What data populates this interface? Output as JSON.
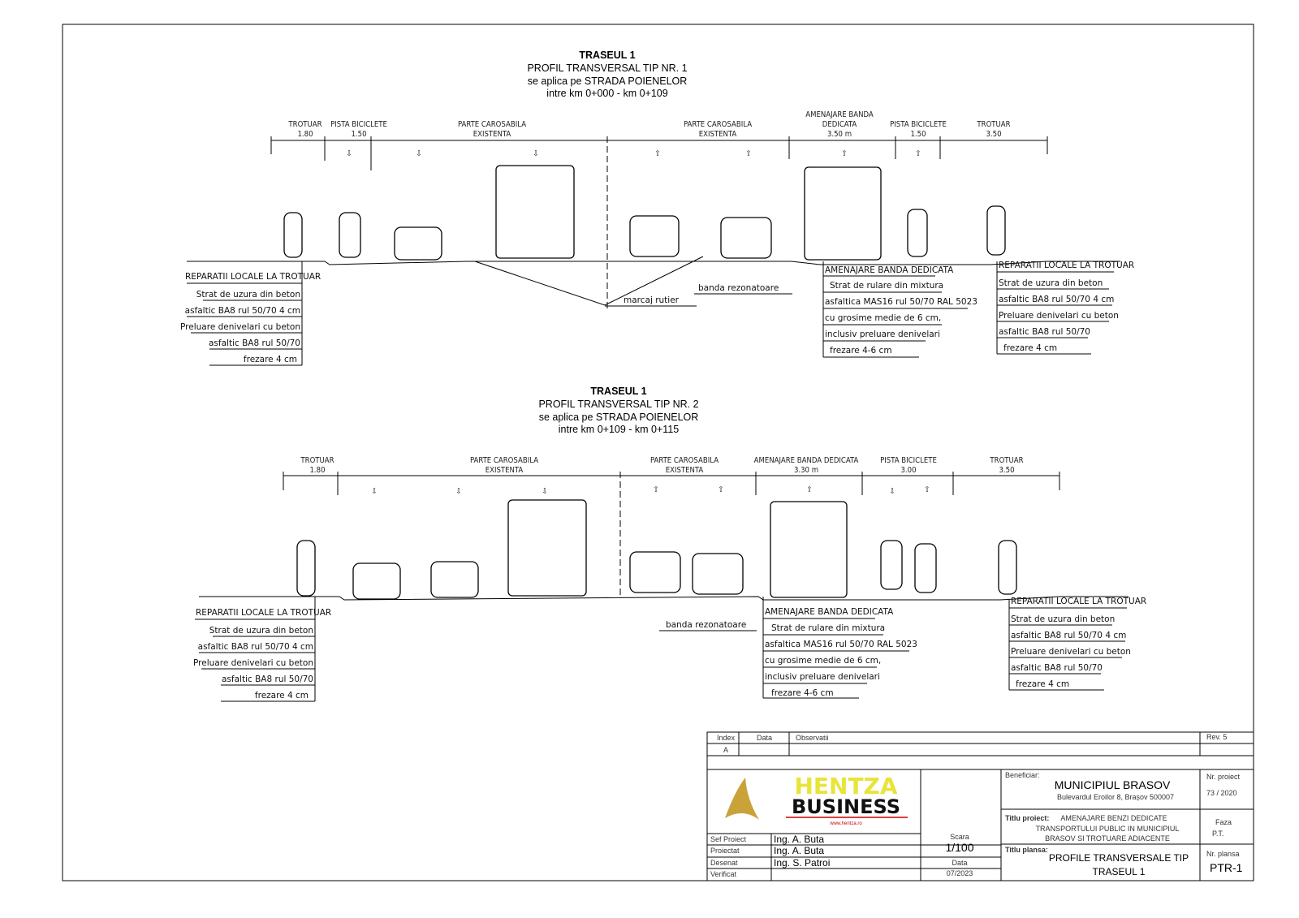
{
  "profile1": {
    "title": [
      "TRASEUL 1",
      "PROFIL TRANSVERSAL TIP NR. 1",
      "se aplica pe STRADA POIENELOR",
      "intre km 0+000 - km 0+109"
    ],
    "dims": [
      [
        "TROTUAR",
        "1.80"
      ],
      [
        "PISTA BICICLETE",
        "1.50"
      ],
      [
        "PARTE CAROSABILA",
        "EXISTENTA"
      ],
      [
        "PARTE CAROSABILA",
        "EXISTENTA"
      ],
      [
        "AMENAJARE BANDA",
        "DEDICATA",
        "3.50 m"
      ],
      [
        "PISTA BICICLETE",
        "1.50"
      ],
      [
        "TROTUAR",
        "3.50"
      ]
    ],
    "left_note": [
      "REPARATII LOCALE LA TROTUAR",
      "Strat de uzura din beton",
      "asfaltic BA8 rul 50/70 4 cm",
      "Preluare denivelari cu beton",
      "asfaltic BA8 rul 50/70",
      "frezare 4 cm"
    ],
    "marcaj": "marcaj rutier",
    "banda": "banda rezonatoare",
    "mid_note": [
      "AMENAJARE BANDA DEDICATA",
      "Strat de rulare din mixtura",
      "asfaltica MAS16 rul 50/70 RAL 5023",
      "cu grosime medie de 6 cm,",
      "inclusiv preluare denivelari",
      "frezare 4-6 cm"
    ],
    "right_note": [
      "REPARATII LOCALE LA TROTUAR",
      "Strat de uzura din beton",
      "asfaltic BA8 rul 50/70 4 cm",
      "Preluare denivelari cu beton",
      "asfaltic BA8 rul 50/70",
      "frezare 4 cm"
    ]
  },
  "profile2": {
    "title": [
      "TRASEUL 1",
      "PROFIL TRANSVERSAL TIP NR. 2",
      "se aplica pe STRADA POIENELOR",
      "intre km 0+109 - km 0+115"
    ],
    "dims": [
      [
        "TROTUAR",
        "1.80"
      ],
      [
        "PARTE CAROSABILA",
        "EXISTENTA"
      ],
      [
        "PARTE CAROSABILA",
        "EXISTENTA"
      ],
      [
        "AMENAJARE BANDA DEDICATA",
        "3.30 m"
      ],
      [
        "PISTA BICICLETE",
        "3.00"
      ],
      [
        "TROTUAR",
        "3.50"
      ]
    ],
    "left_note": [
      "REPARATII LOCALE LA TROTUAR",
      "Strat de uzura din beton",
      "asfaltic BA8 rul 50/70 4 cm",
      "Preluare denivelari cu beton",
      "asfaltic BA8 rul 50/70",
      "frezare 4 cm"
    ],
    "banda": "banda rezonatoare",
    "mid_note": [
      "AMENAJARE BANDA DEDICATA",
      "Strat de rulare din mixtura",
      "asfaltica MAS16 rul 50/70 RAL 5023",
      "cu grosime medie de 6 cm,",
      "inclusiv preluare denivelari",
      "frezare 4-6 cm"
    ],
    "right_note": [
      "REPARATII LOCALE LA TROTUAR",
      "Strat de uzura din beton",
      "asfaltic BA8 rul 50/70 4 cm",
      "Preluare denivelari cu beton",
      "asfaltic BA8 rul 50/70",
      "frezare 4 cm"
    ]
  },
  "title_block": {
    "rev_headers": [
      "Index",
      "Data",
      "Observatii"
    ],
    "rev": "Rev. 5",
    "index_value": "A",
    "company": [
      "HENTZA",
      "BUSINESS"
    ],
    "website": "www.hentza.ro",
    "roles": [
      [
        "Sef Proiect",
        "Ing. A. Buta"
      ],
      [
        "Proiectat",
        "Ing. A. Buta"
      ],
      [
        "Desenat",
        "Ing. S. Patroi"
      ],
      [
        "Verificat",
        ""
      ]
    ],
    "scara_label": "Scara",
    "scara": "1/100",
    "data_label": "Data",
    "data": "07/2023",
    "beneficiar_label": "Beneficiar:",
    "beneficiar": "MUNICIPIUL BRASOV",
    "address": "Bulevardul Eroilor 8, Brașov 500007",
    "titlu_proiect_label": "Titlu proiect:",
    "titlu_proiect": [
      "AMENAJARE BENZI DEDICATE",
      "TRANSPORTULUI PUBLIC IN MUNICIPIUL",
      "BRASOV SI TROTUARE ADIACENTE"
    ],
    "titlu_plansa_label": "Titlu plansa:",
    "titlu_plansa": [
      "PROFILE TRANSVERSALE TIP",
      "TRASEUL 1"
    ],
    "nr_proiect_label": "Nr. proiect",
    "nr_proiect": "73 / 2020",
    "faza_label": "Faza",
    "faza": "P.T.",
    "nr_plansa_label": "Nr. plansa",
    "nr_plansa": "PTR-1"
  }
}
